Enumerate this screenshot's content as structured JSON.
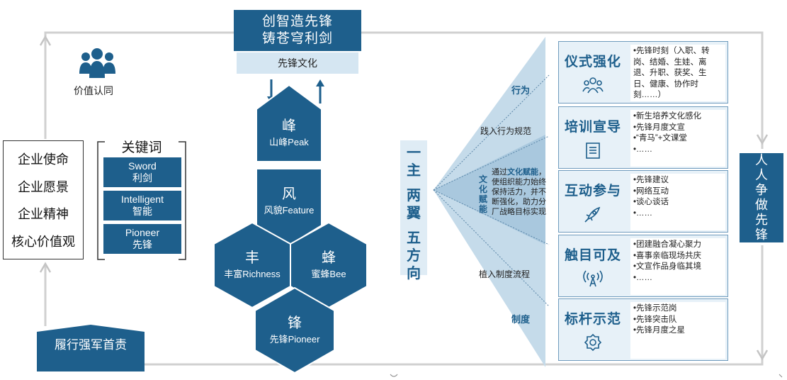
{
  "title": {
    "line1": "创智造先锋",
    "line2": "铸苍穹利剑",
    "sub": "先锋文化"
  },
  "value_identity": "价值认同",
  "left_items": [
    "企业使命",
    "企业愿景",
    "企业精神",
    "核心价值观"
  ],
  "keywords": {
    "title": "关键词",
    "items": [
      {
        "en": "Sword",
        "zh": "利剑"
      },
      {
        "en": "Intelligent",
        "zh": "智能"
      },
      {
        "en": "Pioneer",
        "zh": "先锋"
      }
    ]
  },
  "duty": "履行强军首责",
  "hexagons": [
    {
      "char": "峰",
      "label": "山峰Peak"
    },
    {
      "char": "风",
      "label": "风貌Feature"
    },
    {
      "char": "丰",
      "label": "丰富Richness"
    },
    {
      "char": "蜂",
      "label": "蜜蜂Bee"
    },
    {
      "char": "锋",
      "label": "先锋Pioneer"
    }
  ],
  "one_main": {
    "line1": "一主",
    "line2": "两翼",
    "line3": "五方向"
  },
  "fan": {
    "behavior": "行为",
    "into_behavior": "践入行为规范",
    "side": "文化赋能",
    "text_prefix": "通过",
    "text_key": "文化赋能",
    "text_rest": "，使组织能力始终保持活力，并不断强化，助力分厂战略目标实现",
    "into_system": "植入制度流程",
    "system": "制度"
  },
  "cards": [
    {
      "title": "仪式强化",
      "icon": "people-icon",
      "bullets": [
        "•先锋时刻（入职、转岗、结婚、生娃、离退、升职、获奖、生日、健康、协作时刻……）"
      ]
    },
    {
      "title": "培训宣导",
      "icon": "document-icon",
      "bullets": [
        "•新生培养文化感化",
        "•先锋月度文宣",
        "•“青马”+文课堂",
        "•……"
      ]
    },
    {
      "title": "互动参与",
      "icon": "rocket-icon",
      "bullets": [
        "•先锋建议",
        "•网络互动",
        "•谈心谈话",
        "•……"
      ]
    },
    {
      "title": "触目可及",
      "icon": "broadcast-icon",
      "bullets": [
        "•团建融合凝心聚力",
        "•喜事亲临现场共庆",
        "•文宣作品身临其境",
        "•……"
      ]
    },
    {
      "title": "标杆示范",
      "icon": "badge-icon",
      "bullets": [
        "•先锋示范岗",
        "•先锋突击队",
        "•先锋月度之星"
      ]
    }
  ],
  "right_box": "人人争做先锋",
  "colors": {
    "primary": "#1e5f8c",
    "light": "#d5e6f2",
    "fan": "#bdd5e6",
    "line": "#c8c8c8"
  }
}
